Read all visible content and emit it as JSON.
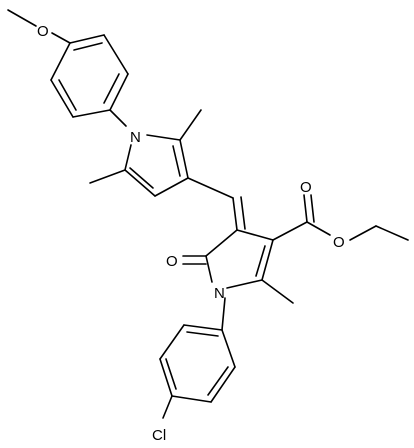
{
  "atom_labels": {
    "o_methoxy": "O",
    "n_upper": "N",
    "o_carbonyl_ester": "O",
    "o_ester": "O",
    "o_lactam": "O",
    "n_lower": "N",
    "cl": "Cl"
  },
  "colors": {
    "bond": "#000000",
    "label": "#000000",
    "background": "#ffffff"
  }
}
